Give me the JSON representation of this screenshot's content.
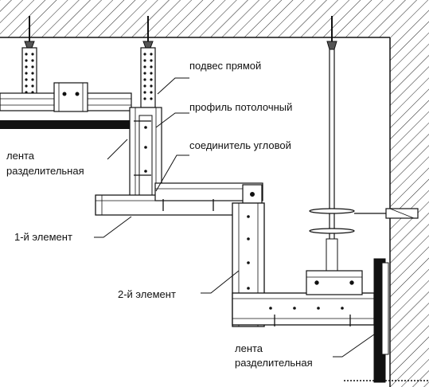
{
  "labels": {
    "hanger_direct": "подвес прямой",
    "ceiling_profile": "профиль потолочный",
    "corner_connector": "соединитель угловой",
    "tape_left_line1": "лента",
    "tape_left_line2": "разделительная",
    "element_1": "1-й элемент",
    "element_2": "2-й элемент",
    "tape_right_line1": "лента",
    "tape_right_line2": "разделительная"
  }
}
